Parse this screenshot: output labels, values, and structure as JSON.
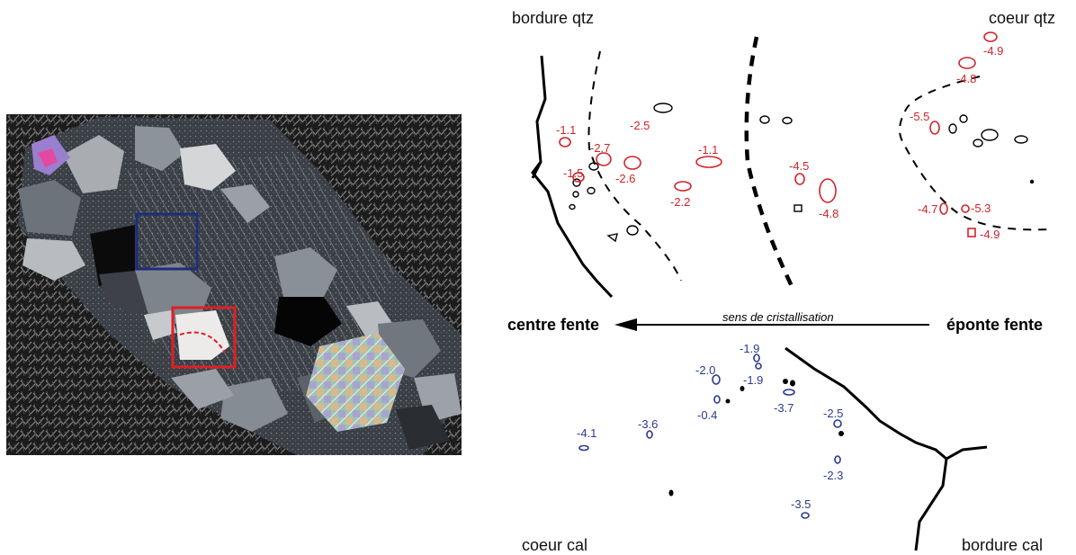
{
  "labels": {
    "top_left": "bordure qtz",
    "top_right": "coeur qtz",
    "bottom_left": "coeur cal",
    "bottom_right": "bordure cal",
    "arrow_left": "centre fente",
    "arrow_right": "éponte fente",
    "arrow_caption": "sens de cristallisation"
  },
  "colors": {
    "quartz_values": "#d2232a",
    "calcite_values": "#2b3990",
    "selection_box_blue": "#1f2d7a",
    "selection_box_red": "#e11d24",
    "outline": "#000000"
  },
  "quartz_values": [
    "-1.1",
    "-2.5",
    "-2.7",
    "-1.5",
    "-2.6",
    "-1.1",
    "-2.2",
    "-4.5",
    "-4.8",
    "-4.9",
    "-4.8",
    "-5.5",
    "-4.7",
    "-5.3",
    "-4.9"
  ],
  "calcite_values": [
    "-1.9",
    "-1.9",
    "-2.0",
    "-0.4",
    "-3.7",
    "-2.5",
    "-2.3",
    "-3.6",
    "-4.1",
    "-3.5"
  ]
}
